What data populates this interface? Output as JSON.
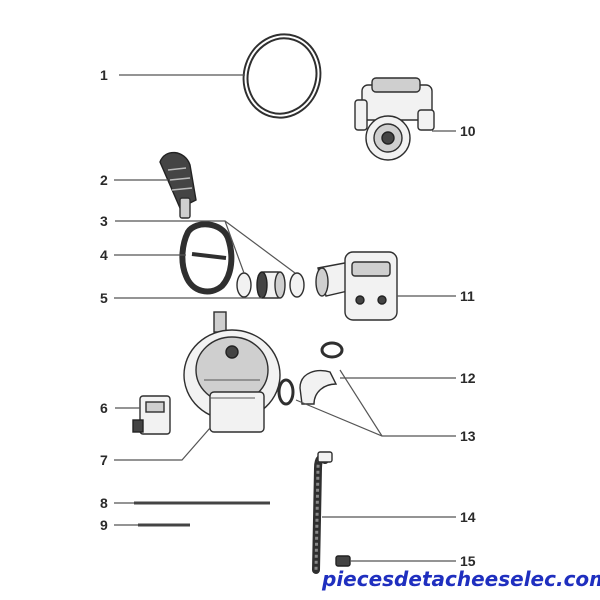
{
  "diagram": {
    "callouts": [
      {
        "id": "1",
        "label": "1"
      },
      {
        "id": "2",
        "label": "2"
      },
      {
        "id": "3",
        "label": "3"
      },
      {
        "id": "4",
        "label": "4"
      },
      {
        "id": "5",
        "label": "5"
      },
      {
        "id": "6",
        "label": "6"
      },
      {
        "id": "7",
        "label": "7"
      },
      {
        "id": "8",
        "label": "8"
      },
      {
        "id": "9",
        "label": "9"
      },
      {
        "id": "10",
        "label": "10"
      },
      {
        "id": "11",
        "label": "11"
      },
      {
        "id": "12",
        "label": "12"
      },
      {
        "id": "13",
        "label": "13"
      },
      {
        "id": "14",
        "label": "14"
      },
      {
        "id": "15",
        "label": "15"
      }
    ],
    "watermark": "piecesdetacheeselec.com"
  },
  "colors": {
    "background": "#ffffff",
    "line": "#555555",
    "watermark": "#1f2fbf"
  }
}
